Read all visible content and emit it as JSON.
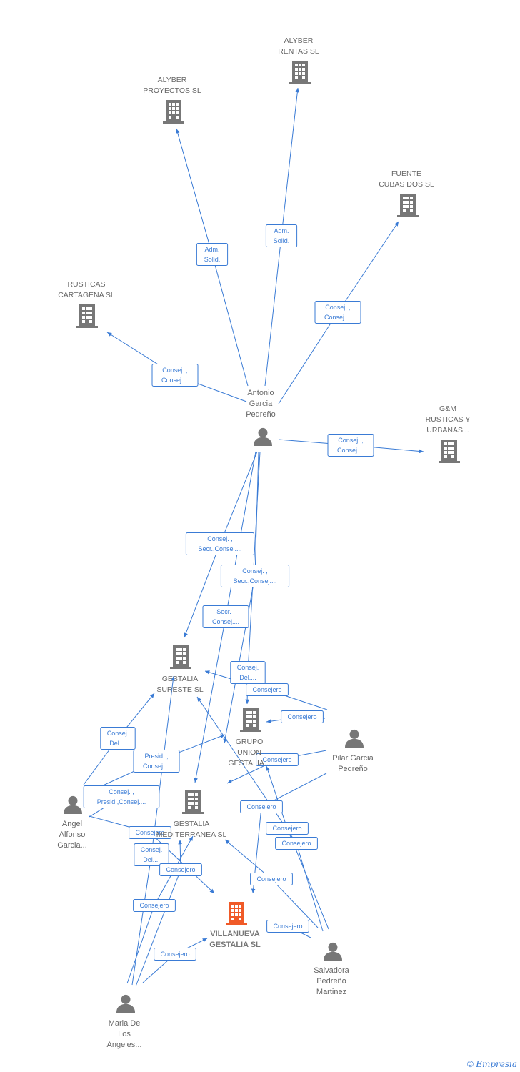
{
  "colors": {
    "edge": "#3a7bd5",
    "node": "#777777",
    "focus": "#f05a28"
  },
  "nodes": [
    {
      "id": "alyber_rentas",
      "type": "company",
      "lines": [
        "ALYBER",
        "RENTAS SL"
      ]
    },
    {
      "id": "alyber_proyectos",
      "type": "company",
      "lines": [
        "ALYBER",
        "PROYECTOS SL"
      ]
    },
    {
      "id": "fuente_cubas",
      "type": "company",
      "lines": [
        "FUENTE",
        "CUBAS DOS SL"
      ]
    },
    {
      "id": "rusticas_cartagena",
      "type": "company",
      "lines": [
        "RUSTICAS",
        "CARTAGENA SL"
      ]
    },
    {
      "id": "gm_rusticas",
      "type": "company",
      "lines": [
        "G&M",
        "RUSTICAS Y",
        "URBANAS..."
      ]
    },
    {
      "id": "antonio",
      "type": "person",
      "lines": [
        "Antonio",
        "Garcia",
        "Pedreño"
      ]
    },
    {
      "id": "gestalia_sureste",
      "type": "company",
      "lines": [
        "GESTALIA",
        "SURESTE SL"
      ]
    },
    {
      "id": "grupo_union",
      "type": "company",
      "lines": [
        "GRUPO",
        "UNION",
        "GESTALIA..."
      ]
    },
    {
      "id": "pilar",
      "type": "person",
      "lines": [
        "Pilar Garcia",
        "Pedreño"
      ]
    },
    {
      "id": "angel",
      "type": "person",
      "lines": [
        "Angel",
        "Alfonso",
        "Garcia..."
      ]
    },
    {
      "id": "gestalia_mediterranea",
      "type": "company",
      "lines": [
        "GESTALIA",
        "MEDITERRANEA SL"
      ]
    },
    {
      "id": "villanueva",
      "type": "focus",
      "lines": [
        "VILLANUEVA",
        "GESTALIA SL"
      ]
    },
    {
      "id": "salvadora",
      "type": "person",
      "lines": [
        "Salvadora",
        "Pedreño",
        "Martinez"
      ]
    },
    {
      "id": "maria",
      "type": "person",
      "lines": [
        "Maria De",
        "Los",
        "Angeles..."
      ]
    }
  ],
  "edges": [
    {
      "id": "e1",
      "lines": [
        "Adm.",
        "Solid."
      ]
    },
    {
      "id": "e2",
      "lines": [
        "Adm.",
        "Solid."
      ]
    },
    {
      "id": "e3",
      "lines": [
        "Consej. ,",
        "Consej...."
      ]
    },
    {
      "id": "e4",
      "lines": [
        "Consej. ,",
        "Consej...."
      ]
    },
    {
      "id": "e5",
      "lines": [
        "Consej. ,",
        "Consej...."
      ]
    },
    {
      "id": "e6",
      "lines": [
        "Consej. ,",
        "Secr.,Consej...."
      ]
    },
    {
      "id": "e7",
      "lines": [
        "Consej. ,",
        "Secr.,Consej...."
      ]
    },
    {
      "id": "e8",
      "lines": [
        "Secr. ,",
        "Consej...."
      ]
    },
    {
      "id": "e9",
      "lines": [
        "Consej.",
        "Del...."
      ]
    },
    {
      "id": "e10",
      "lines": [
        "Consejero"
      ]
    },
    {
      "id": "e11",
      "lines": [
        "Consejero"
      ]
    },
    {
      "id": "e12",
      "lines": [
        "Consej.",
        "Del...."
      ]
    },
    {
      "id": "e13",
      "lines": [
        "Presid. ,",
        "Consej...."
      ]
    },
    {
      "id": "e14",
      "lines": [
        "Consejero"
      ]
    },
    {
      "id": "e15",
      "lines": [
        "Consej. ,",
        "Presid.,Consej...."
      ]
    },
    {
      "id": "e16",
      "lines": [
        "Consejero"
      ]
    },
    {
      "id": "e17",
      "lines": [
        "Consejero"
      ]
    },
    {
      "id": "e18",
      "lines": [
        "Consejero"
      ]
    },
    {
      "id": "e19",
      "lines": [
        "Consejero"
      ]
    },
    {
      "id": "e20",
      "lines": [
        "Consej.",
        "Del...."
      ]
    },
    {
      "id": "e21",
      "lines": [
        "Consejero"
      ]
    },
    {
      "id": "e22",
      "lines": [
        "Consejero"
      ]
    },
    {
      "id": "e23",
      "lines": [
        "Consejero"
      ]
    },
    {
      "id": "e24",
      "lines": [
        "Consejero"
      ]
    },
    {
      "id": "e25",
      "lines": [
        "Consejero"
      ]
    }
  ],
  "copyright": {
    "symbol": "©",
    "brand": "Empresia"
  }
}
